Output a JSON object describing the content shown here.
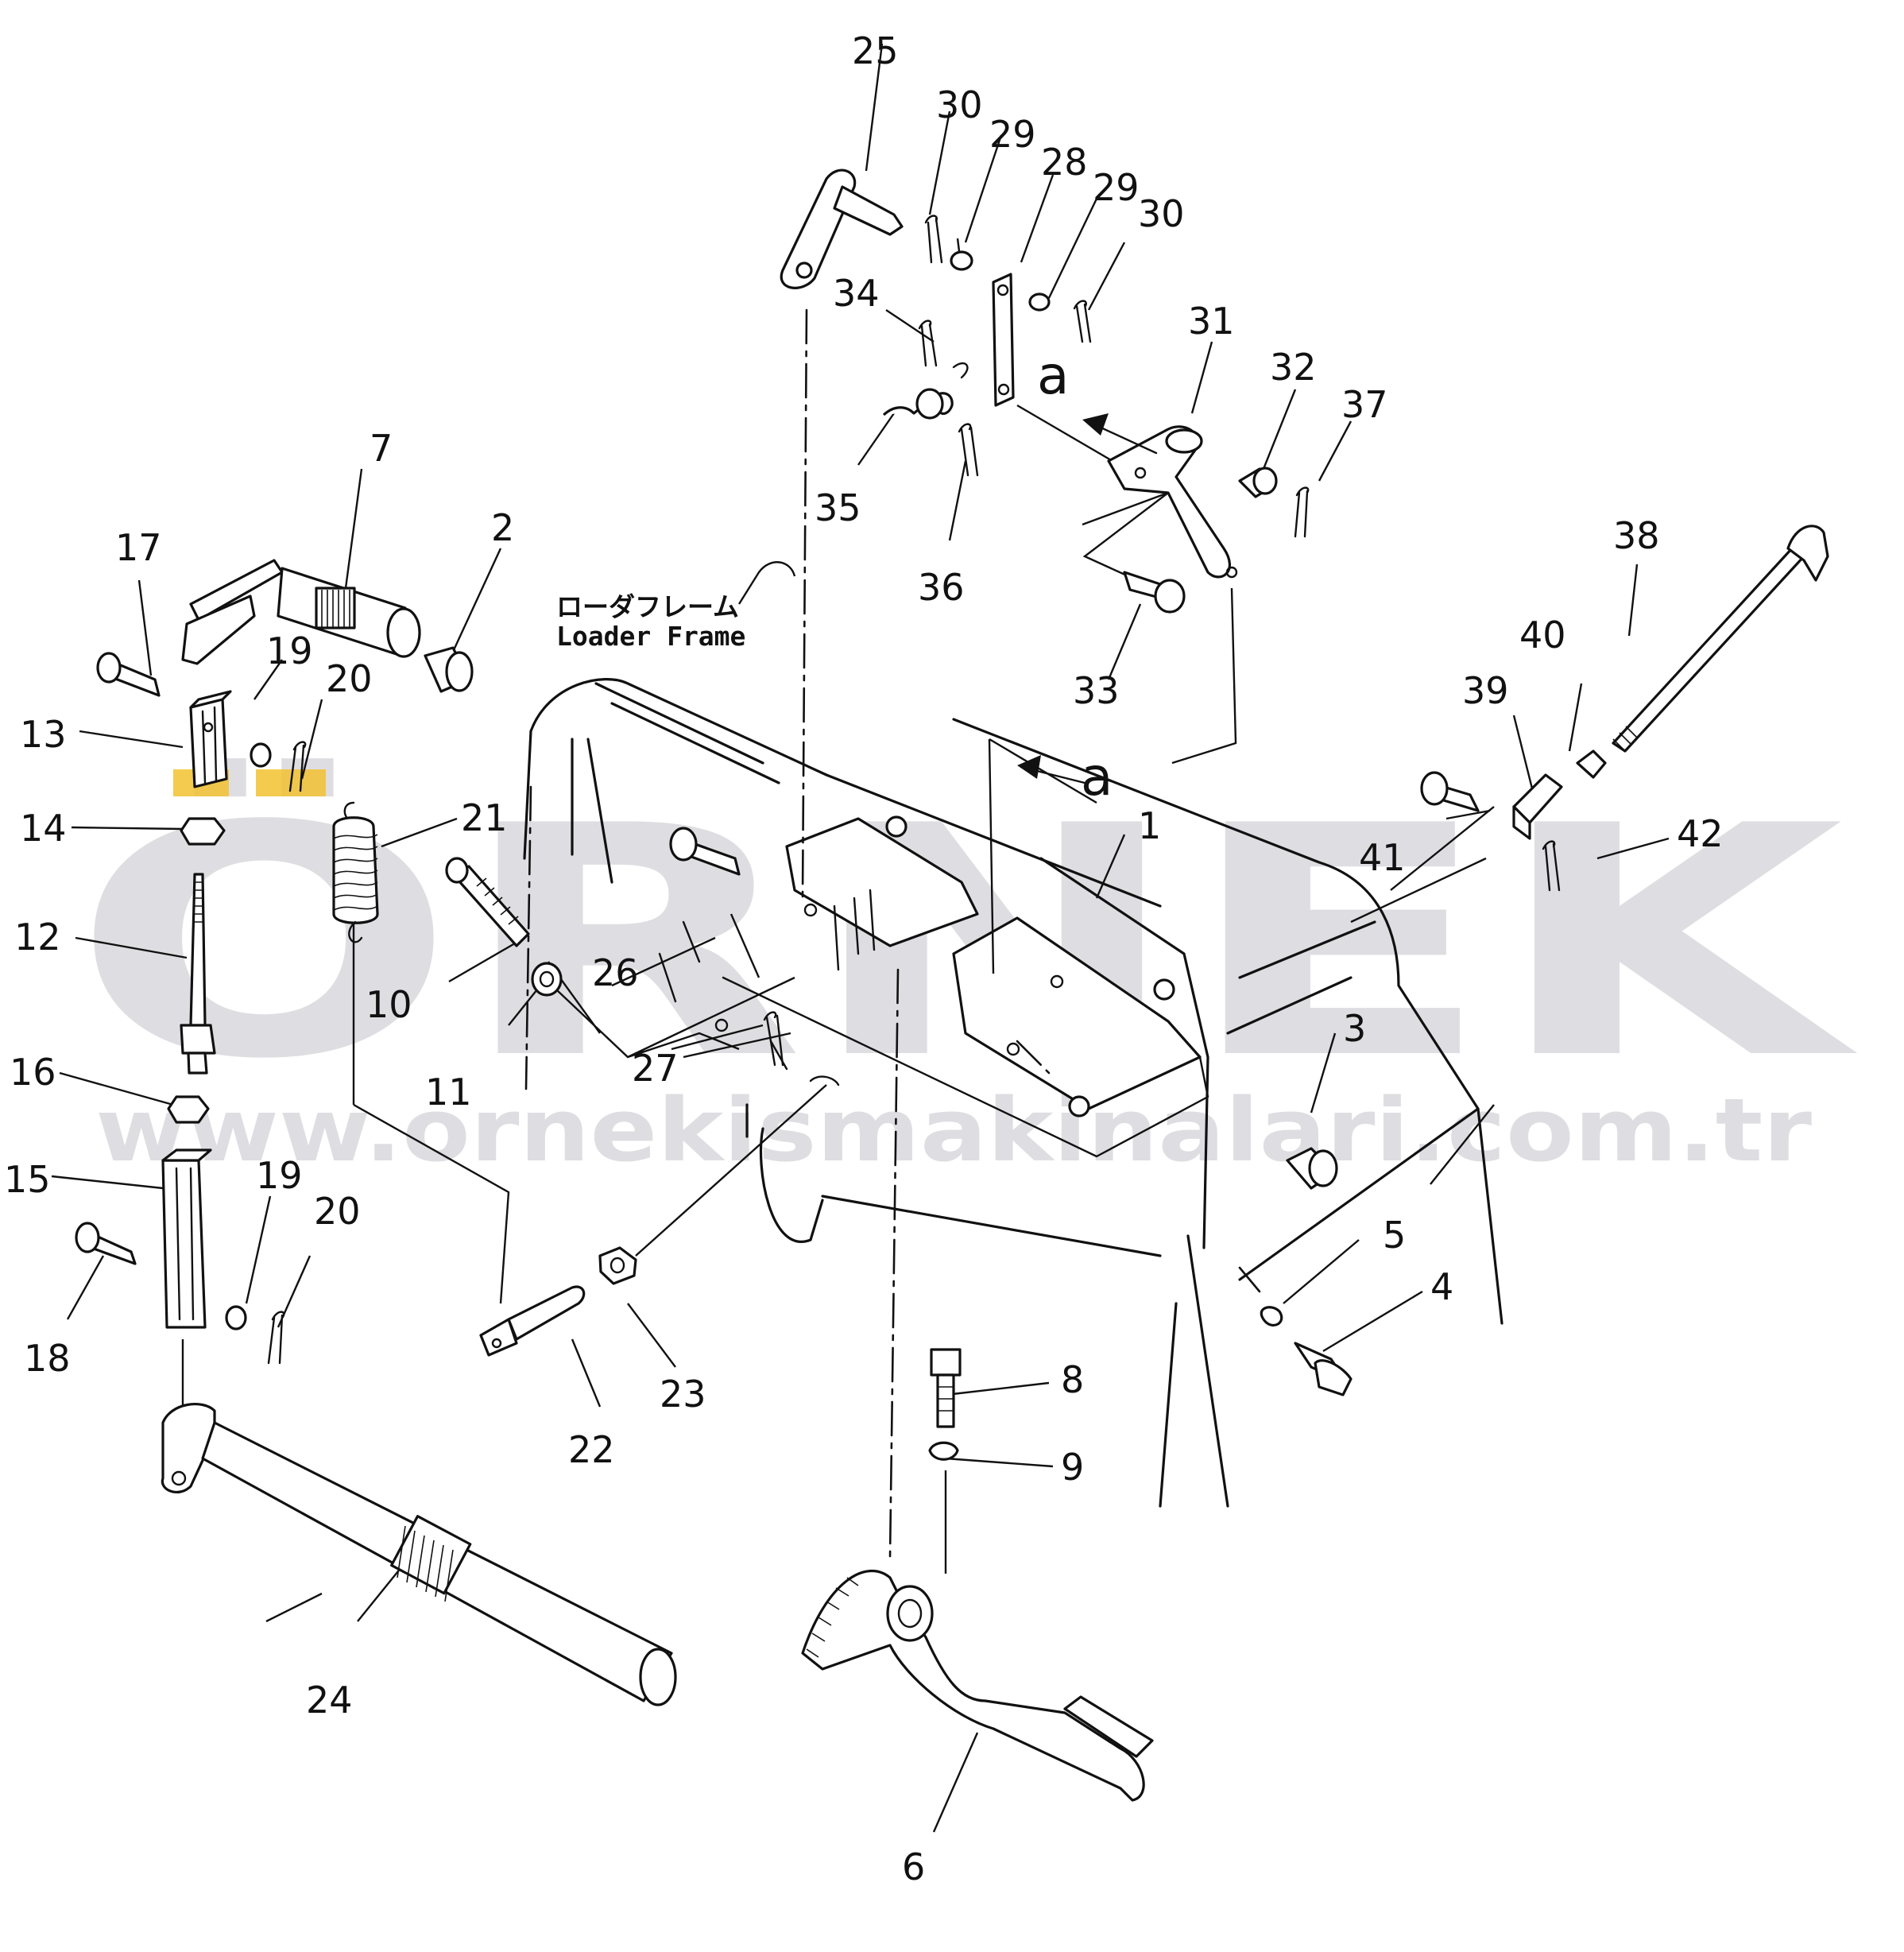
{
  "frame_label": {
    "japanese": "ローダフレーム",
    "english": "Loader Frame"
  },
  "view_marker": "a",
  "watermark": {
    "brand": "ÖRNEK",
    "url": "www.ornekismakinalari.com.tr"
  },
  "part_numbers": {
    "p1": "1",
    "p2": "2",
    "p3": "3",
    "p4": "4",
    "p5": "5",
    "p6": "6",
    "p7": "7",
    "p8": "8",
    "p9": "9",
    "p10": "10",
    "p11": "11",
    "p12": "12",
    "p13": "13",
    "p14": "14",
    "p15": "15",
    "p16": "16",
    "p17": "17",
    "p18": "18",
    "p19a": "19",
    "p19b": "19",
    "p20a": "20",
    "p20b": "20",
    "p21": "21",
    "p22": "22",
    "p23": "23",
    "p24": "24",
    "p25": "25",
    "p26": "26",
    "p27": "27",
    "p28": "28",
    "p29a": "29",
    "p29b": "29",
    "p30a": "30",
    "p30b": "30",
    "p31": "31",
    "p32": "32",
    "p33": "33",
    "p34": "34",
    "p35": "35",
    "p36": "36",
    "p37": "37",
    "p38": "38",
    "p39": "39",
    "p40": "40",
    "p41": "41",
    "p42": "42"
  }
}
